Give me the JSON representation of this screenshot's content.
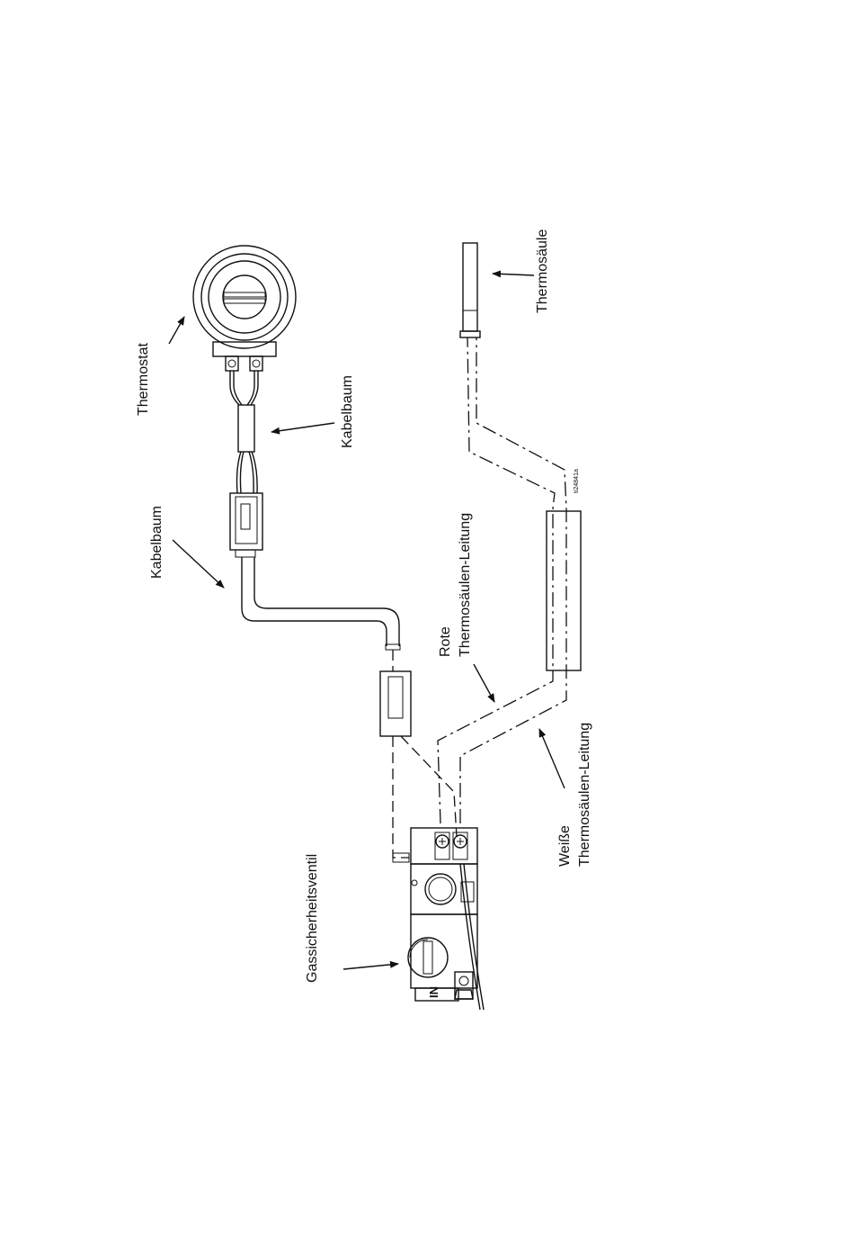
{
  "labels": {
    "thermostat": "Thermostat",
    "kabelbaum_upper": "Kabelbaum",
    "kabelbaum_lower": "Kabelbaum",
    "thermosaeule": "Thermosäule",
    "rote_line1": "Rote",
    "rote_line2": "Thermosäulen-Leitung",
    "weisse_line1": "Weiße",
    "weisse_line2": "Thermosäulen-Leitung",
    "gasventil": "Gassicherheitsventil",
    "in_marking": "IN",
    "figure_id": "ti24841a"
  }
}
